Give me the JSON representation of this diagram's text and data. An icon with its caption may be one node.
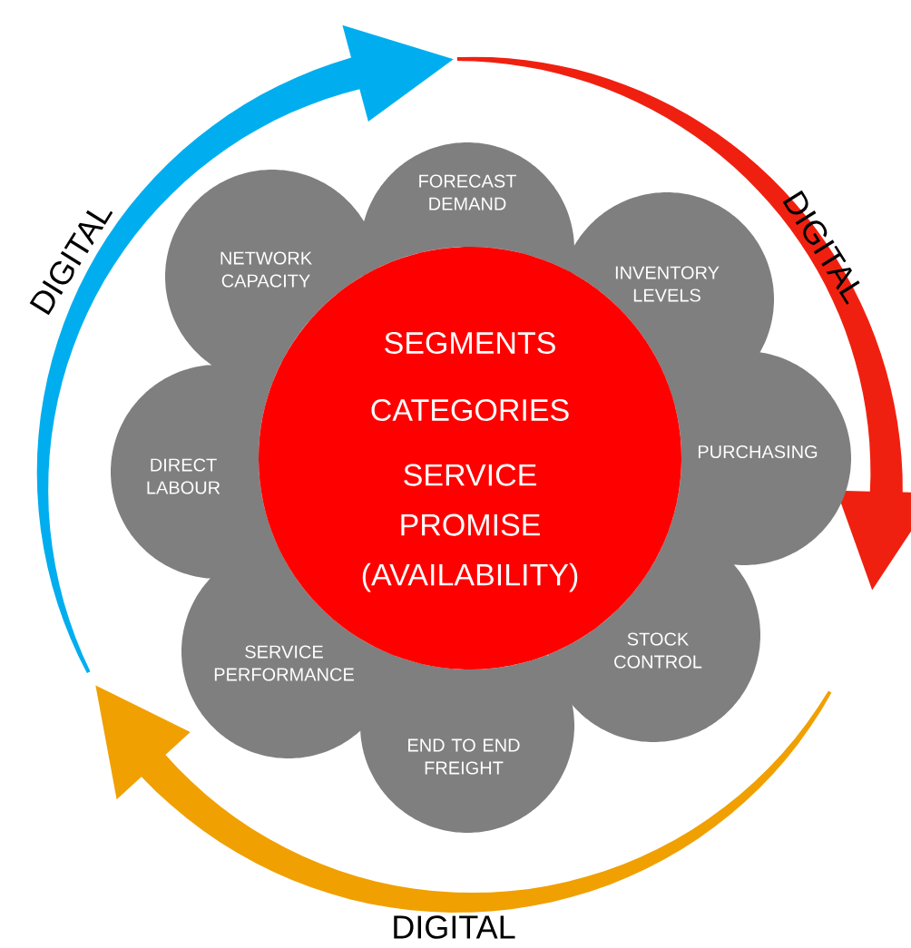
{
  "diagram": {
    "nodes": [
      {
        "text": [
          "SEGMENTS",
          "CATEGORIES",
          "SERVICE PROMISE (AVAILABILITY)"
        ]
      },
      {
        "text": [
          "FORECAST DEMAND"
        ]
      },
      {
        "text": [
          "INVENTORY LEVELS"
        ]
      },
      {
        "text": [
          "PURCHASING"
        ]
      },
      {
        "text": [
          "STOCK CONTROL"
        ]
      },
      {
        "text": [
          "END TO END FREIGHT"
        ]
      },
      {
        "text": [
          "SERVICE PERFORMANCE"
        ]
      },
      {
        "text": [
          "DIRECT LABOUR"
        ]
      },
      {
        "text": [
          "NETWORK CAPACITY"
        ]
      }
    ],
    "labels": [
      "DIGITAL",
      "DIGITAL",
      "DIGITAL"
    ]
  }
}
